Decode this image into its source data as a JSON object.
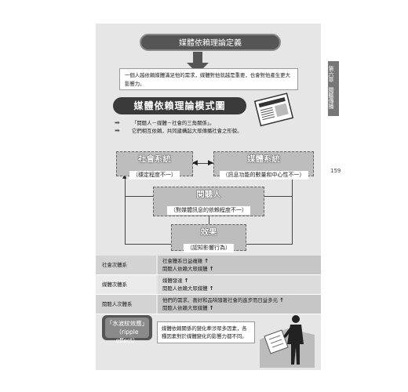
{
  "header": {
    "title": "媒體依賴理論定義"
  },
  "definition": {
    "text": "一個人越依賴媒體滿足他的需求，媒體對他就越是重要，也會對他產生更大影響力。"
  },
  "model": {
    "title": "媒體依賴理論模式圖",
    "bullets": [
      "「閱聽人－媒體－社會的三角關係」。",
      "它們相互依賴，共同建構起大眾傳播社會之形貌。"
    ]
  },
  "diagram": {
    "society": {
      "title": "社會系統",
      "sub": "（穩定程度不一）"
    },
    "media": {
      "title": "媒體系統",
      "sub": "（訊息功能的數量和中心性不一）"
    },
    "audience": {
      "title": "閱聽人",
      "sub": "（對媒體訊息的依賴程度不一）"
    },
    "effect": {
      "title": "效果",
      "sub": "（認知影響行為）"
    }
  },
  "table": {
    "rows": [
      {
        "label": "社會次體系",
        "lines": [
          "社會體系日益複雜",
          "閱聽人依賴大眾媒體"
        ]
      },
      {
        "label": "媒體次體系",
        "lines": [
          "媒體發達",
          "閱聽人依賴大眾媒體"
        ]
      },
      {
        "label": "閱聽人次體系",
        "lines": [
          "他們的需求、喜好和品味隨著社會的進步而日益多元",
          "閱聽人依賴大眾媒體"
        ]
      }
    ],
    "arrow_glyph": "↑"
  },
  "ripple": {
    "title": "「水波紋效應」",
    "title_en": "（ripple effect）",
    "description": "媒體依賴關係的變化牽涉眾多因素，各種因素對於媒體變化的影響力都不同。"
  },
  "sidebar": {
    "chapter": "第六章",
    "subject": "閱聽傳播",
    "page_number": "159"
  },
  "colors": {
    "dark": "#555555",
    "panel": "#e6e6e6",
    "accent_box": "#bdbdbd"
  },
  "icons": [
    "newspaper-icon",
    "businessman-icon",
    "down-arrow-icon",
    "right-arrow-icon",
    "up-arrow-icon"
  ]
}
